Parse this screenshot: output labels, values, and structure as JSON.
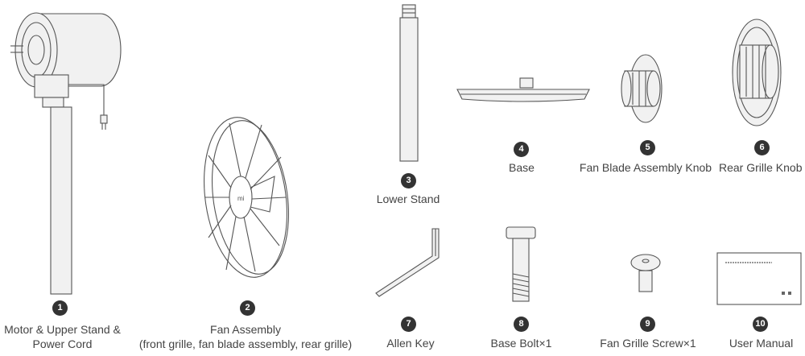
{
  "parts": [
    {
      "number": "1",
      "label_lines": [
        "Motor & Upper Stand &",
        "Power Cord"
      ],
      "icon": "motor-upper-stand-icon"
    },
    {
      "number": "2",
      "label_lines": [
        "Fan Assembly",
        "(front grille, fan blade assembly, rear grille)"
      ],
      "icon": "fan-assembly-icon"
    },
    {
      "number": "3",
      "label_lines": [
        "Lower Stand"
      ],
      "icon": "lower-stand-icon"
    },
    {
      "number": "4",
      "label_lines": [
        "Base"
      ],
      "icon": "base-icon"
    },
    {
      "number": "5",
      "label_lines": [
        "Fan Blade Assembly Knob"
      ],
      "icon": "fan-blade-knob-icon"
    },
    {
      "number": "6",
      "label_lines": [
        "Rear Grille Knob"
      ],
      "icon": "rear-grille-knob-icon"
    },
    {
      "number": "7",
      "label_lines": [
        "Allen Key"
      ],
      "icon": "allen-key-icon"
    },
    {
      "number": "8",
      "label_lines": [
        "Base Bolt×1"
      ],
      "icon": "base-bolt-icon"
    },
    {
      "number": "9",
      "label_lines": [
        "Fan Grille Screw×1"
      ],
      "icon": "fan-grille-screw-icon"
    },
    {
      "number": "10",
      "label_lines": [
        "User Manual"
      ],
      "icon": "user-manual-icon"
    }
  ]
}
